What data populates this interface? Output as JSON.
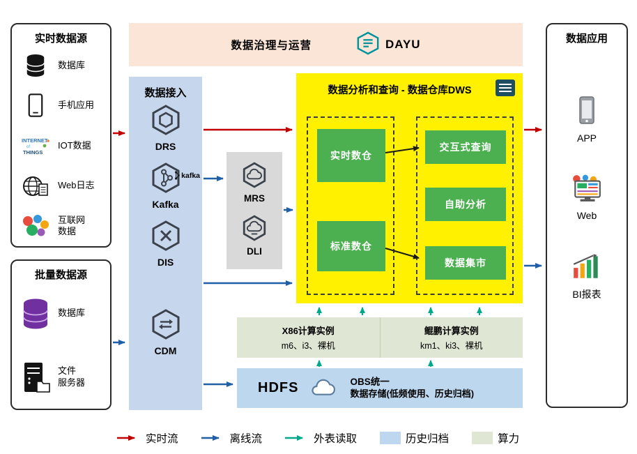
{
  "realtime_sources": {
    "title": "实时数据源",
    "items": [
      {
        "icon": "database-icon",
        "label": "数据库"
      },
      {
        "icon": "phone-icon",
        "label": "手机应用"
      },
      {
        "icon": "iot-icon",
        "label": "IOT数据"
      },
      {
        "icon": "globe-doc-icon",
        "label": "Web日志"
      },
      {
        "icon": "internet-data-icon",
        "label": "互联网\n数据"
      }
    ]
  },
  "batch_sources": {
    "title": "批量数据源",
    "items": [
      {
        "icon": "database-purple-icon",
        "label": "数据库"
      },
      {
        "icon": "file-server-icon",
        "label": "文件\n服务器"
      }
    ]
  },
  "governance": {
    "title": "数据治理与运营",
    "product": "DAYU"
  },
  "ingestion": {
    "title": "数据接入",
    "items": [
      {
        "icon": "drs-hexagon-icon",
        "label": "DRS"
      },
      {
        "icon": "kafka-hexagon-icon",
        "label": "Kafka",
        "badge": "kafka"
      },
      {
        "icon": "dis-hexagon-icon",
        "label": "DIS"
      },
      {
        "icon": "cdm-hexagon-icon",
        "label": "CDM"
      }
    ]
  },
  "processing": {
    "items": [
      {
        "icon": "mrs-hexagon-icon",
        "label": "MRS"
      },
      {
        "icon": "dli-hexagon-icon",
        "label": "DLI"
      }
    ]
  },
  "dws": {
    "title": "数据分析和查询 - 数据仓库DWS",
    "warehouses": [
      "实时数仓",
      "标准数仓"
    ],
    "services": [
      "交互式查询",
      "自助分析",
      "数据集市"
    ]
  },
  "compute": {
    "x86": {
      "title": "X86计算实例",
      "specs": "m6、i3、裸机"
    },
    "kunpeng": {
      "title": "鲲鹏计算实例",
      "specs": "km1、ki3、裸机"
    }
  },
  "storage": {
    "hdfs": "HDFS",
    "obs_title": "OBS统一",
    "obs_desc": "数据存储(低频使用、历史归档)"
  },
  "applications": {
    "title": "数据应用",
    "items": [
      {
        "icon": "app-phone-icon",
        "label": "APP"
      },
      {
        "icon": "web-monitor-icon",
        "label": "Web"
      },
      {
        "icon": "bi-chart-icon",
        "label": "BI报表"
      }
    ]
  },
  "legend": {
    "items": [
      {
        "kind": "arrow",
        "color": "#C00000",
        "label": "实时流"
      },
      {
        "kind": "arrow",
        "color": "#1F5FA8",
        "label": "离线流"
      },
      {
        "kind": "arrow",
        "color": "#00A98C",
        "label": "外表读取"
      },
      {
        "kind": "swatch",
        "color": "#BDD7EE",
        "label": "历史归档"
      },
      {
        "kind": "swatch",
        "color": "#DFE6D3",
        "label": "算力"
      }
    ]
  },
  "colors": {
    "realtime_flow": "#C00000",
    "offline_flow": "#1F5FA8",
    "external_table_read": "#00A98C",
    "dws_background": "#FFF100",
    "warehouse_green": "#4CB051",
    "ingestion_blue": "#C6D6EC",
    "archive_blue": "#BDD7EE",
    "compute_olive": "#DFE6D3",
    "governance_peach": "#FBE5D6"
  }
}
